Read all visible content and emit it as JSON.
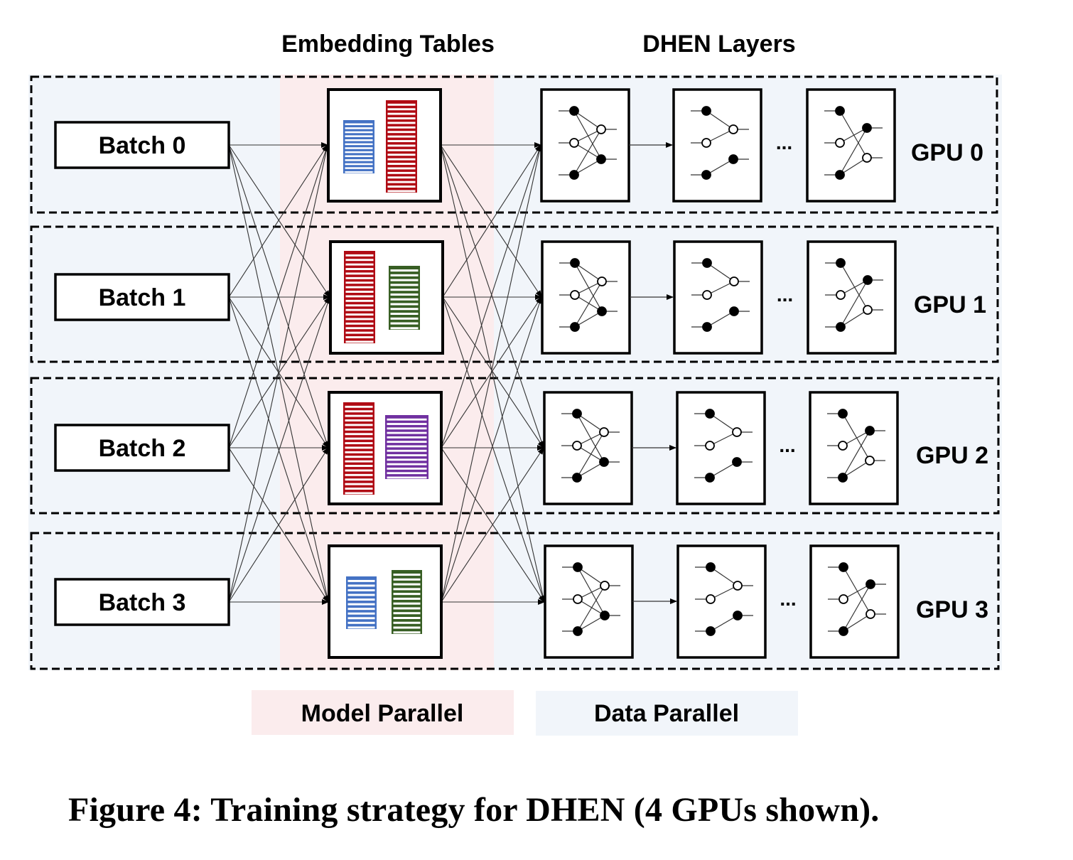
{
  "headers": {
    "embedding": "Embedding Tables",
    "dhen": "DHEN Layers"
  },
  "colors": {
    "data_parallel_bg": "#f1f5fa",
    "model_parallel_bg": "#fbeced",
    "table_blue": "#4472c4",
    "table_red": "#b00b14",
    "table_green": "#375e23",
    "table_purple": "#7030a0"
  },
  "rows": [
    {
      "batch": "Batch 0",
      "gpu": "GPU 0",
      "tables": [
        {
          "color": "blue",
          "stripes": 13
        },
        {
          "color": "red",
          "stripes": 20
        }
      ]
    },
    {
      "batch": "Batch 1",
      "gpu": "GPU 1",
      "tables": [
        {
          "color": "red",
          "stripes": 20
        },
        {
          "color": "green",
          "stripes": 13
        }
      ]
    },
    {
      "batch": "Batch 2",
      "gpu": "GPU 2",
      "tables": [
        {
          "color": "red",
          "stripes": 20
        },
        {
          "color": "purple",
          "stripes": 14
        }
      ]
    },
    {
      "batch": "Batch 3",
      "gpu": "GPU 3",
      "tables": [
        {
          "color": "blue",
          "stripes": 11
        },
        {
          "color": "green",
          "stripes": 13
        }
      ]
    }
  ],
  "ellipsis": "...",
  "legend": {
    "model_parallel": "Model Parallel",
    "data_parallel": "Data Parallel"
  },
  "caption": "Figure 4: Training strategy for DHEN (4 GPUs shown)."
}
